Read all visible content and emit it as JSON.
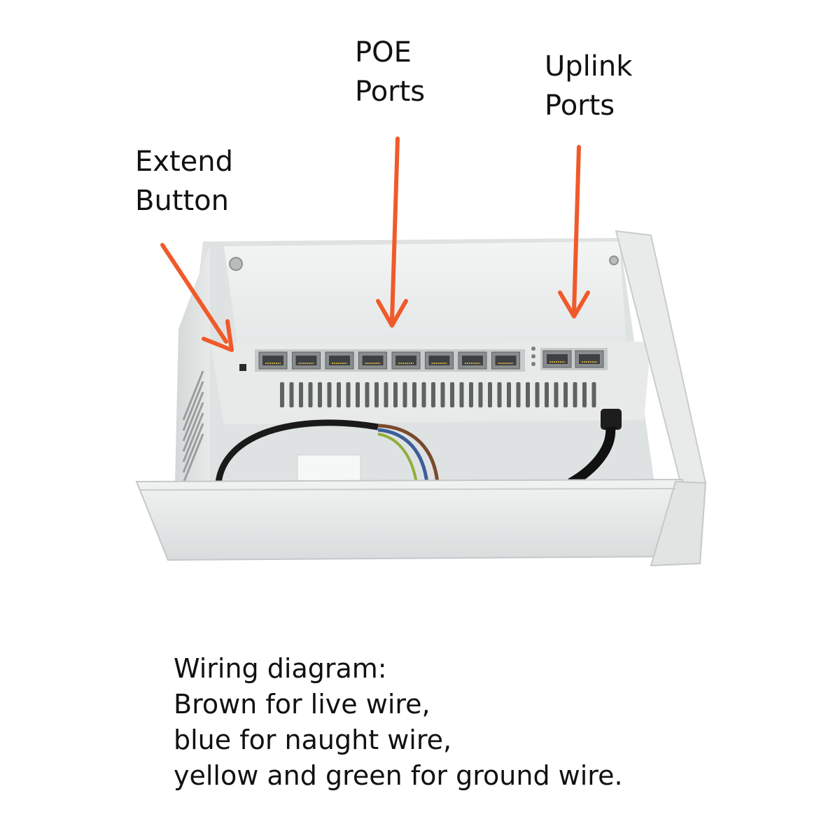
{
  "labels": {
    "extend": {
      "line1": "Extend",
      "line2": "Button"
    },
    "poe": {
      "line1": "POE",
      "line2": "Ports"
    },
    "uplink": {
      "line1": "Uplink",
      "line2": "Ports"
    }
  },
  "caption": {
    "line1": "Wiring diagram:",
    "line2": "Brown for live wire,",
    "line3": "blue for naught wire,",
    "line4": "yellow and green for ground wire."
  },
  "counts": {
    "poe_ports": 8,
    "uplink_ports": 2
  },
  "colors": {
    "arrow": "#f05a2a",
    "enclosure": "#e3e6e6",
    "panel": "#eceeee",
    "port": "#8a8d8e",
    "cable_black": "#1a1a1a",
    "cable_brown": "#7a4a2e",
    "cable_blue": "#3b5f9a",
    "cable_yellow_green": "#8fae3a"
  }
}
